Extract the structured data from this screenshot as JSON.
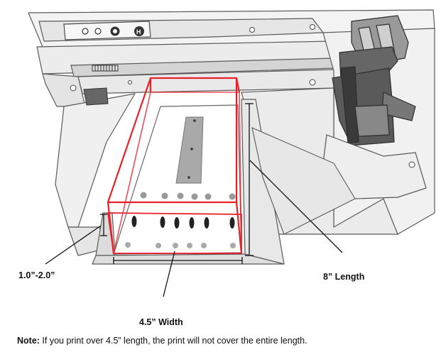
{
  "labels": {
    "depth": "1.0”-2.0”",
    "length": "8” Length",
    "width": "4.5” Width"
  },
  "note": {
    "prefix": "Note:",
    "text": " If you print over 4.5” length, the print will not cover the entire length."
  },
  "colors": {
    "outline": "#555555",
    "body_light": "#f4f4f4",
    "body_mid": "#e2e2e2",
    "body_dark": "#4a4a4a",
    "highlight_box": "#e8202a",
    "label_text": "#111111"
  },
  "icons": {
    "power_button": "power-button-icon",
    "brand_logo": "logo-icon"
  }
}
